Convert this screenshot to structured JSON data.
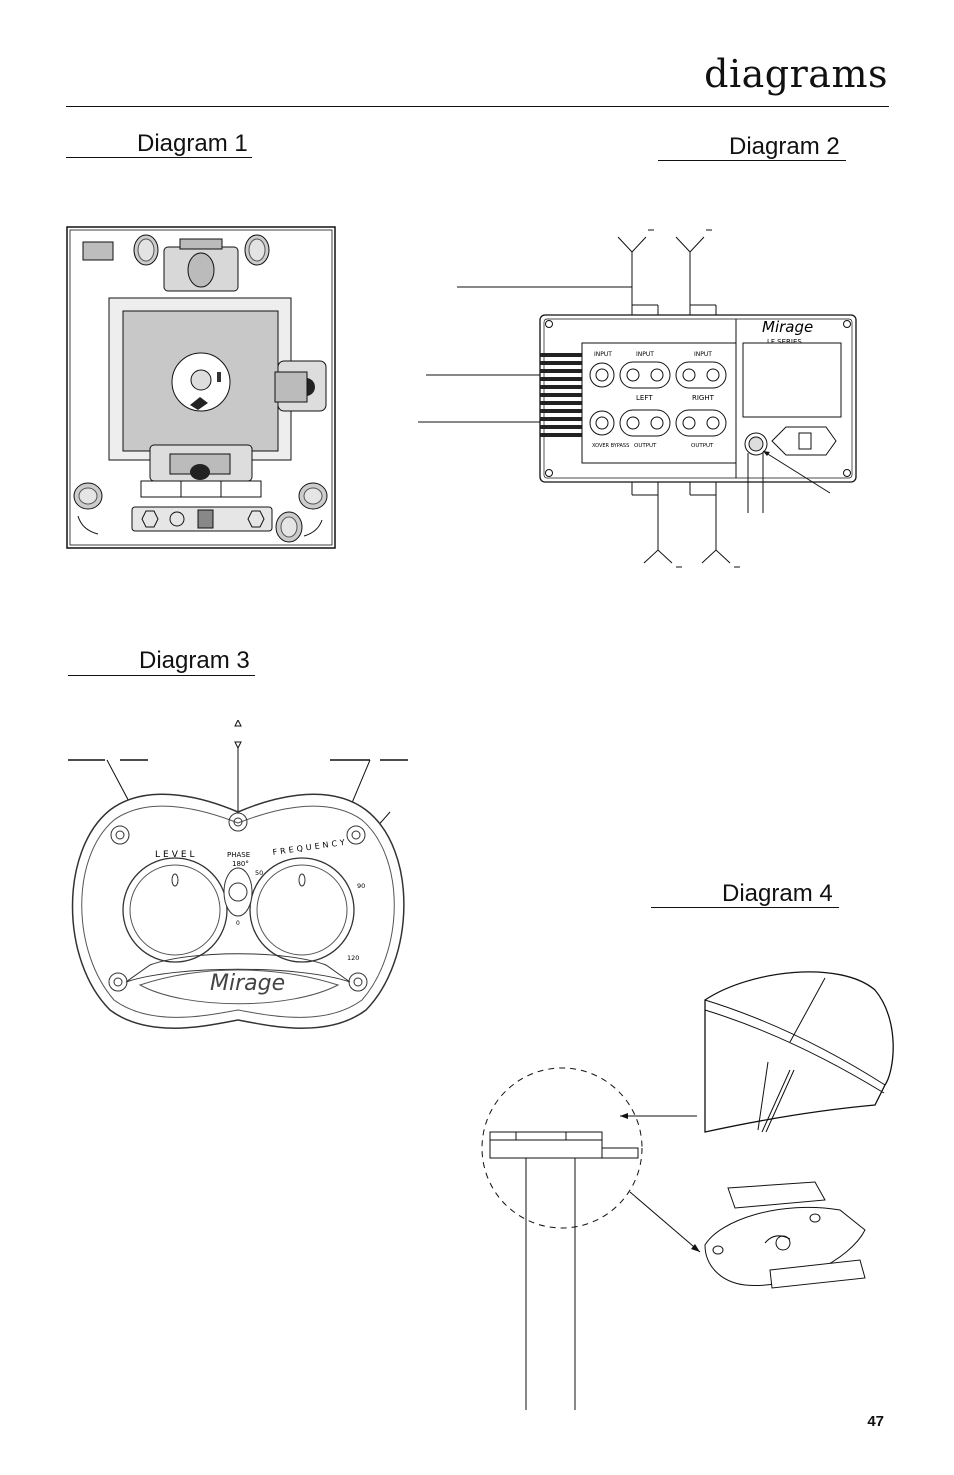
{
  "header": {
    "title": "diagrams"
  },
  "diagram1": {
    "label": "Diagram 1"
  },
  "diagram2": {
    "label": "Diagram 2",
    "panel": {
      "brand": "Mirage",
      "series": "LF SERIES",
      "input_label": "INPUT",
      "input_left_label": "INPUT",
      "input_right_label": "INPUT",
      "left_label": "LEFT",
      "right_label": "RIGHT",
      "xover_label": "XOVER BYPASS",
      "output_left_label": "OUTPUT",
      "output_right_label": "OUTPUT"
    }
  },
  "diagram3": {
    "label": "Diagram 3",
    "dial": {
      "level_label": "LEVEL",
      "phase_label": "PHASE",
      "phase_180": "180°",
      "phase_0": "0",
      "frequency_label": "FREQUENCY",
      "freq_50": "50",
      "freq_90": "90",
      "freq_120": "120",
      "brand": "Mirage"
    }
  },
  "diagram4": {
    "label": "Diagram 4"
  },
  "footer": {
    "page_number": "47"
  }
}
